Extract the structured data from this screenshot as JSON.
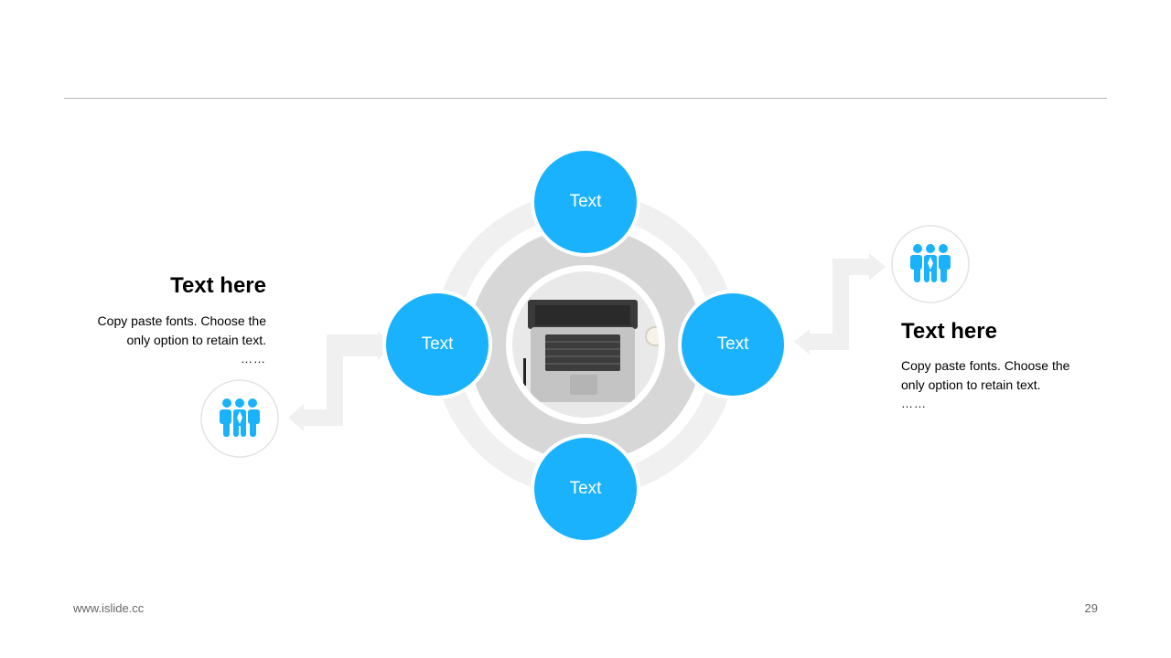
{
  "colors": {
    "accent": "#1ab2fd",
    "ring": "#f0f0f0",
    "inner_disc": "#d7d7d7",
    "arrow": "#f0f0f0",
    "rule": "#b5b5b5"
  },
  "diagram": {
    "nodes": [
      {
        "label": "Text"
      },
      {
        "label": "Text"
      },
      {
        "label": "Text"
      },
      {
        "label": "Text"
      }
    ],
    "center_image": "laptop-photo"
  },
  "left_block": {
    "title": "Text here",
    "body": "Copy paste fonts. Choose the only option to retain text.",
    "ellipsis": "……",
    "icon": "team-icon"
  },
  "right_block": {
    "title": "Text here",
    "body": "Copy paste fonts. Choose the only option to retain text.",
    "ellipsis": "……",
    "icon": "team-icon"
  },
  "footer": {
    "website": "www.islide.cc",
    "page_number": "29"
  }
}
